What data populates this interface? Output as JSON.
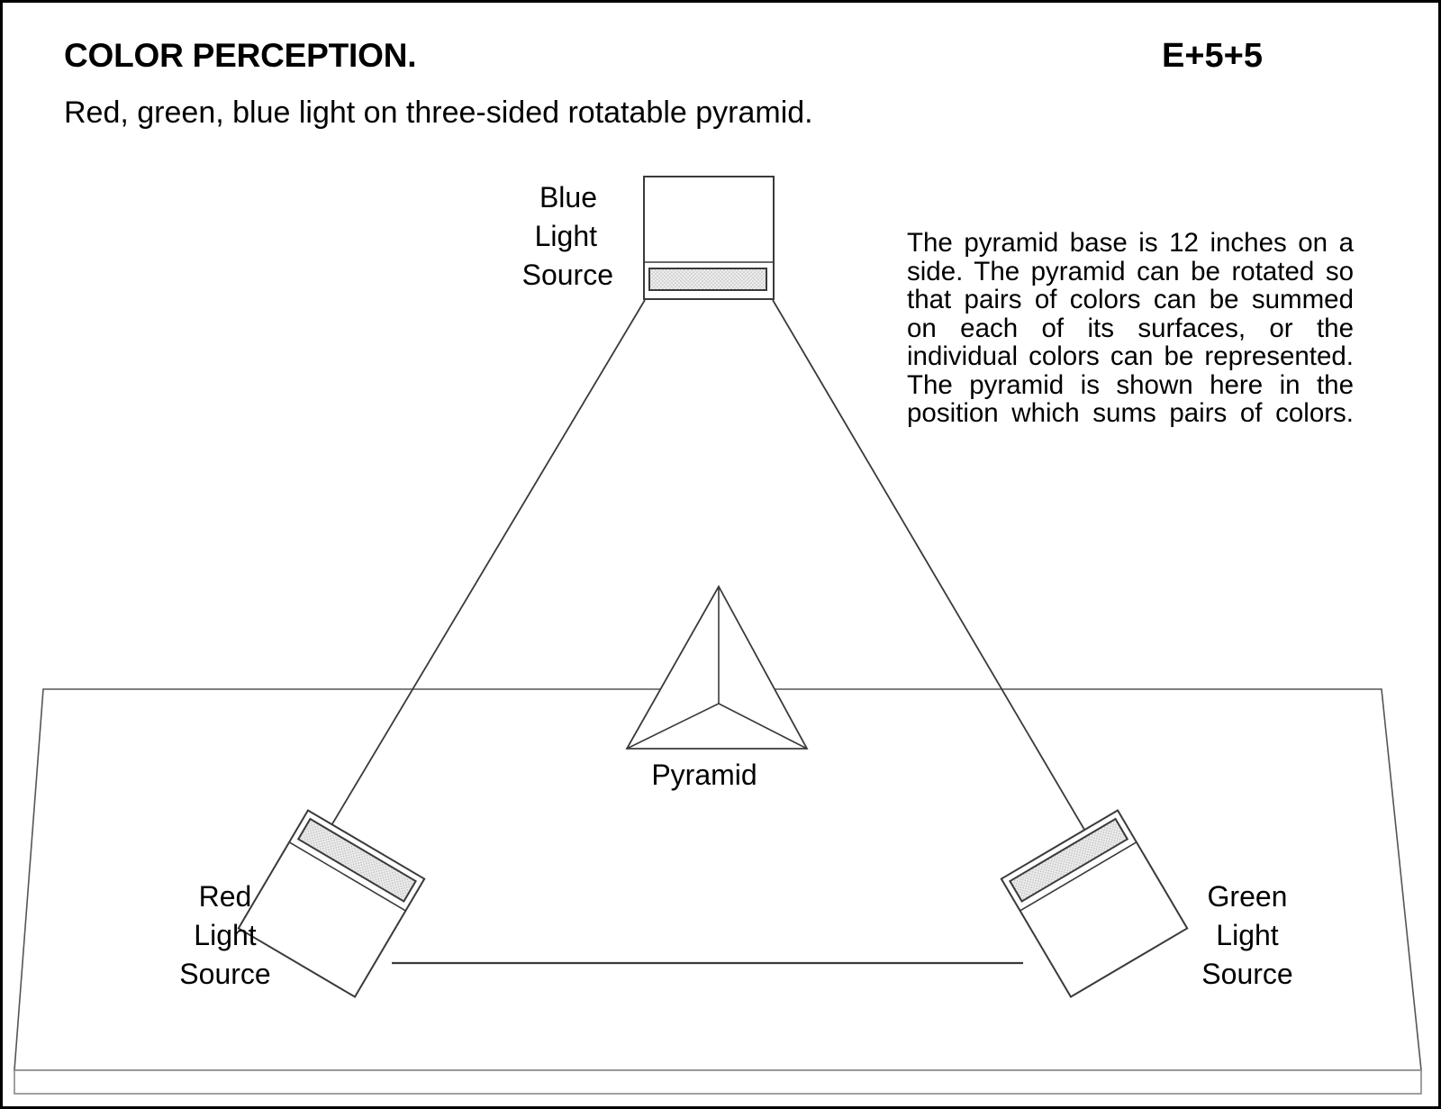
{
  "header": {
    "title": "COLOR PERCEPTION.",
    "plate_code": "E+5+5",
    "subtitle": "Red, green, blue light on three-sided rotatable pyramid."
  },
  "description": "The pyramid base is 12 inches on a side.  The pyramid can be rotated so that pairs of colors can be summed on each of  its surfaces, or the individual colors can be represented. The pyramid is shown here in the position which sums pairs of colors.",
  "diagram": {
    "pyramid_label": "Pyramid",
    "sources": [
      {
        "id": "blue",
        "line1": "Blue",
        "line2": "Light",
        "line3": "Source"
      },
      {
        "id": "red",
        "line1": "Red",
        "line2": "Light",
        "line3": "Source"
      },
      {
        "id": "green",
        "line1": "Green",
        "line2": "Light",
        "line3": "Source"
      }
    ],
    "colors": {
      "outline": "#3a3a3a",
      "lens_fill": "#e2e2e2",
      "body_fill": "#ffffff",
      "table_fill": "#ffffff",
      "border": "#000000"
    }
  }
}
